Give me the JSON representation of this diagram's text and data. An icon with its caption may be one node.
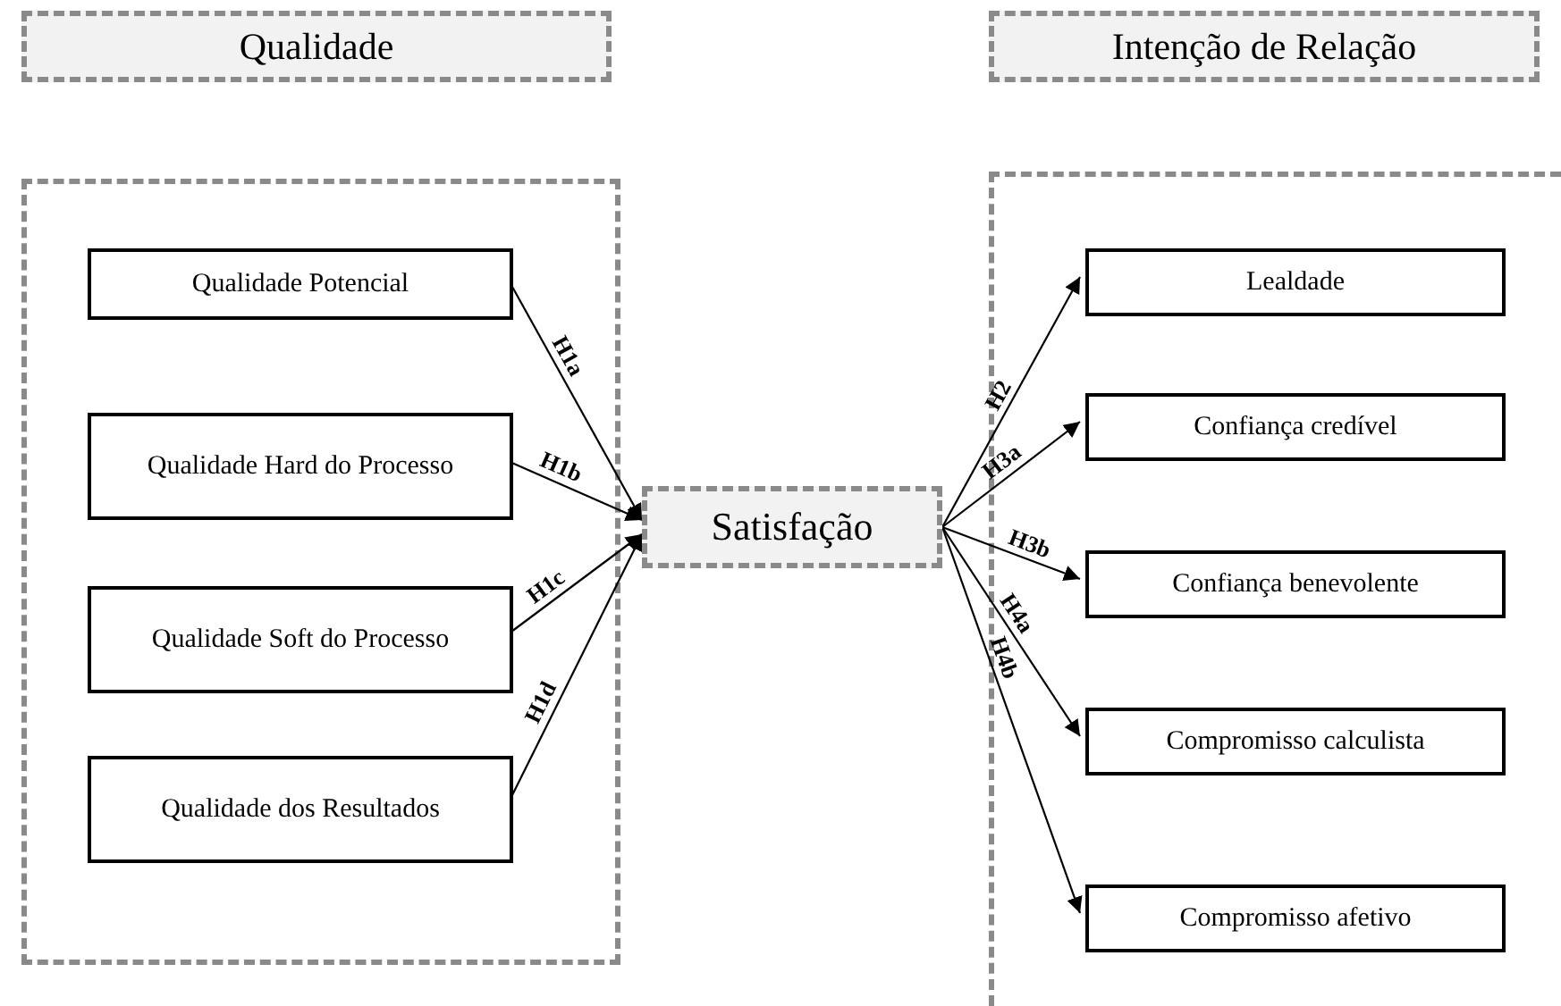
{
  "diagram": {
    "nodes": [
      {
        "text": [
          "Qualidade"
        ]
      },
      {
        "text": [
          "Intenção de Relação"
        ]
      },
      {
        "text": [],
        "shape": "box"
      },
      {
        "text": [
          "Qualidade Potencial"
        ],
        "in": 2
      },
      {
        "text": [
          "Qualidade Hard do Processo"
        ],
        "in": 2
      },
      {
        "text": [
          "Qualidade Soft do Processo"
        ],
        "in": 2
      },
      {
        "text": [
          "Qualidade dos Resultados"
        ],
        "in": 2
      },
      {
        "text": [
          "Satisfação"
        ]
      },
      {
        "text": [],
        "shape": "box"
      },
      {
        "text": [
          "Lealdade"
        ],
        "in": 8
      },
      {
        "text": [
          "Confiança credível"
        ],
        "in": 8
      },
      {
        "text": [
          "Confiança benevolente"
        ],
        "in": 8
      },
      {
        "text": [
          "Compromisso calculista"
        ],
        "in": 8
      },
      {
        "text": [
          "Compromisso afetivo"
        ],
        "in": 8
      }
    ],
    "edges": [
      {
        "from": 3,
        "to": 7,
        "arrow": "to",
        "label": "H1a"
      },
      {
        "from": 4,
        "to": 7,
        "arrow": "to",
        "label": "H1b"
      },
      {
        "from": 5,
        "to": 7,
        "arrow": "to",
        "label": "H1c"
      },
      {
        "from": 6,
        "to": 7,
        "arrow": "to",
        "label": "H1d"
      },
      {
        "from": 7,
        "to": 9,
        "arrow": "to",
        "label": "H2"
      },
      {
        "from": 7,
        "to": 10,
        "arrow": "to",
        "label": "H3a"
      },
      {
        "from": 7,
        "to": 11,
        "arrow": "to",
        "label": "H3b"
      },
      {
        "from": 7,
        "to": 12,
        "arrow": "to",
        "label": "H4a"
      },
      {
        "from": 7,
        "to": 13,
        "arrow": "to",
        "label": "H4b"
      }
    ]
  }
}
